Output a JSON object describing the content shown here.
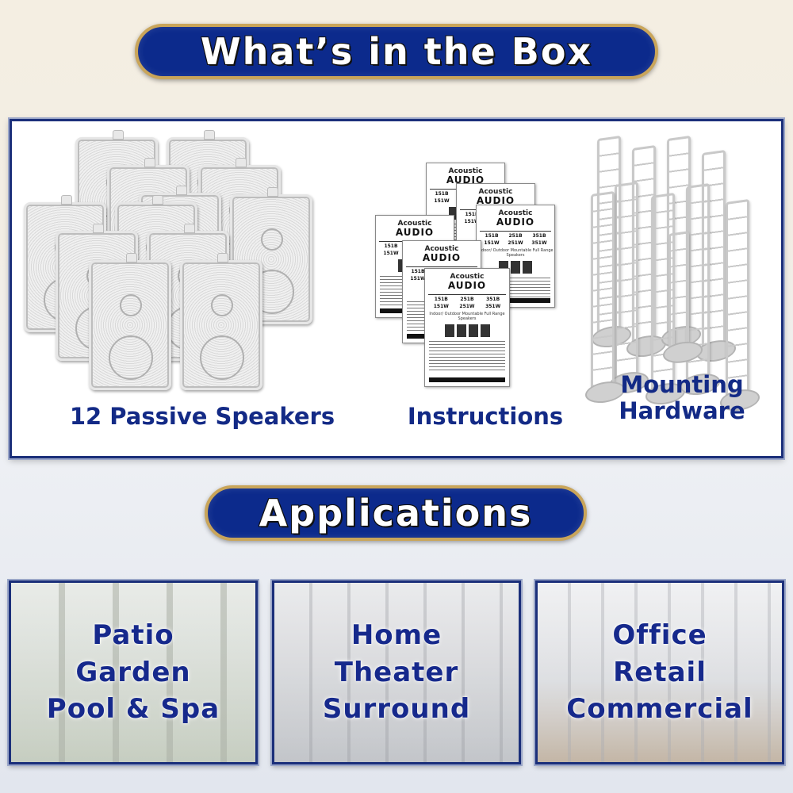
{
  "whats_in_box": {
    "title": "What’s in the Box",
    "items": [
      {
        "label": "12 Passive Speakers",
        "image": "speakers"
      },
      {
        "label": "Instructions",
        "image": "instruction-cards"
      },
      {
        "label": "Mounting Hardware",
        "image": "mounting-brackets"
      }
    ],
    "instruction_card": {
      "brand_top": "Acoustic",
      "brand_bottom": "AUDIO",
      "models_top": [
        "151B",
        "251B",
        "351B"
      ],
      "models_bottom": [
        "151W",
        "251W",
        "351W"
      ],
      "subtitle": "Indoor/ Outdoor Mountable Full Range Speakers"
    }
  },
  "applications": {
    "title": "Applications",
    "cards": [
      {
        "lines": [
          "Patio",
          "Garden",
          "Pool & Spa"
        ]
      },
      {
        "lines": [
          "Home",
          "Theater",
          "Surround"
        ]
      },
      {
        "lines": [
          "Office",
          "Retail",
          "Commercial"
        ]
      }
    ]
  },
  "colors": {
    "pill_blue": "#0c2a8c",
    "pill_border_gold": "#c9a55a",
    "caption_blue": "#132a86",
    "frame_blue": "#1b2f7a"
  }
}
